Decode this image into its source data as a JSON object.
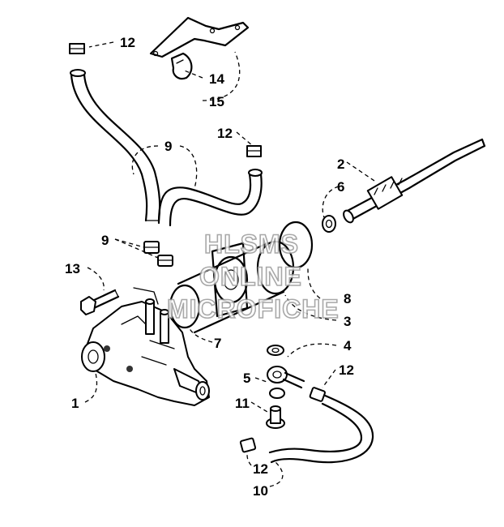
{
  "watermark": {
    "line1": "HLSMS",
    "line2": "ONLINE",
    "line3": "MICROFICHE"
  },
  "callouts": [
    {
      "num": "12",
      "part": "clamp"
    },
    {
      "num": "14",
      "part": "clip"
    },
    {
      "num": "15",
      "part": "bracket"
    },
    {
      "num": "9",
      "part": "hose"
    },
    {
      "num": "12",
      "part": "clamp"
    },
    {
      "num": "2",
      "part": "gear-shaft"
    },
    {
      "num": "6",
      "part": "washer"
    },
    {
      "num": "9",
      "part": "hose"
    },
    {
      "num": "13",
      "part": "bolt"
    },
    {
      "num": "8",
      "part": "gasket"
    },
    {
      "num": "3",
      "part": "housing"
    },
    {
      "num": "7",
      "part": "o-ring"
    },
    {
      "num": "4",
      "part": "banjo-fitting"
    },
    {
      "num": "5",
      "part": "washer"
    },
    {
      "num": "12",
      "part": "clamp"
    },
    {
      "num": "1",
      "part": "oil-pump"
    },
    {
      "num": "11",
      "part": "banjo-bolt"
    },
    {
      "num": "12",
      "part": "clamp"
    },
    {
      "num": "10",
      "part": "hose"
    }
  ]
}
